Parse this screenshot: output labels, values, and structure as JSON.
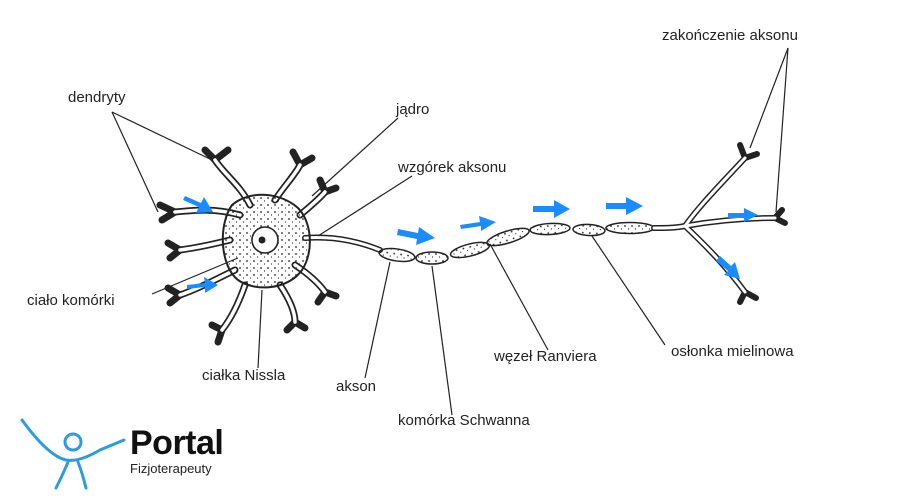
{
  "labels": {
    "dendrites": "dendryty",
    "nucleus": "jądro",
    "axon_hillock": "wzgórek aksonu",
    "axon_terminal": "zakończenie aksonu",
    "cell_body": "ciało komórki",
    "nissl_bodies": "ciałka Nissla",
    "axon": "akson",
    "schwann_cell": "komórka Schwanna",
    "node_of_ranvier": "węzeł Ranviera",
    "myelin_sheath": "osłonka mielinowa"
  },
  "logo": {
    "brand": "Portal",
    "subtitle": "Fizjoterapeuty"
  },
  "colors": {
    "arrow": "#1a8cff",
    "logo_figure": "#2d9be0",
    "ink": "#222222"
  }
}
